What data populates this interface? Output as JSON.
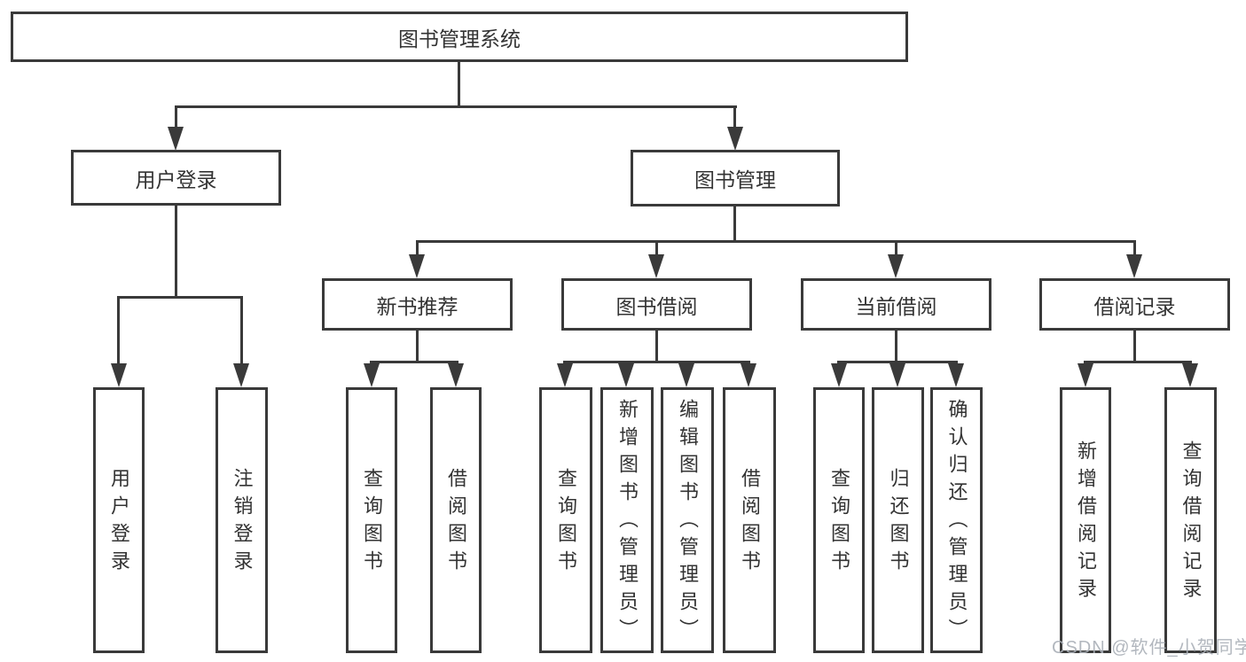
{
  "diagram": {
    "root": {
      "label": "图书管理系统"
    },
    "level1": [
      {
        "label": "用户登录"
      },
      {
        "label": "图书管理"
      }
    ],
    "level2": [
      {
        "label": "新书推荐"
      },
      {
        "label": "图书借阅"
      },
      {
        "label": "当前借阅"
      },
      {
        "label": "借阅记录"
      }
    ],
    "leaves": {
      "user_login": [
        "用户登录",
        "注销登录"
      ],
      "new_book": [
        "查询图书",
        "借阅图书"
      ],
      "book_borrow": [
        "查询图书",
        "新增图书（管理员）",
        "编辑图书（管理员）",
        "借阅图书"
      ],
      "current_borrow": [
        "查询图书",
        "归还图书",
        "确认归还（管理员）"
      ],
      "borrow_records": [
        "新增借阅记录",
        "查询借阅记录"
      ]
    }
  },
  "watermark": {
    "text": "CSDN @软件_小贺同学"
  },
  "colors": {
    "line": "#3a3a3a",
    "text": "#333333",
    "box_background": "#ffffff",
    "page_background": "#ffffff",
    "watermark": "#aab0b8"
  }
}
